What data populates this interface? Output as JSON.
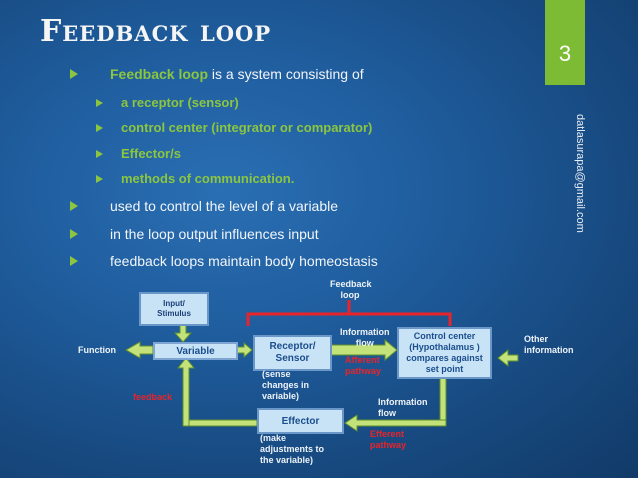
{
  "title": "Feedback loop",
  "slide_number": "3",
  "email": "datlasurapa@gmail.com",
  "bullets": {
    "b1_bold": "Feedback loop",
    "b1_rest": " is a system consisting of",
    "sub": [
      "a receptor (sensor)",
      "control center (integrator or comparator)",
      "Effector/s",
      "methods of communication."
    ],
    "b2": "used to control the level of a variable",
    "b3": " in the loop output influences input",
    "b4": "feedback loops maintain body homeostasis"
  },
  "diagram": {
    "feedback_loop": "Feedback\nloop",
    "input_stimulus": "Input/\nStimulus",
    "function": "Function",
    "variable": "Variable",
    "receptor": "Receptor/\nSensor",
    "sense": "(sense\nchanges in\nvariable)",
    "info_flow_1": "Information\nflow",
    "afferent": "Afferent\npathway",
    "control_center": "Control center\n(Hypothalamus )\ncompares against\nset point",
    "other_info": "Other\ninformation",
    "feedback": "feedback",
    "info_flow_2": "Information\nflow",
    "efferent": "Efferent\npathway",
    "effector": "Effector",
    "make_adj": "(make\nadjustments to\nthe variable)"
  },
  "colors": {
    "accent_green": "#8cc63f",
    "box_fill": "#c9e3f6",
    "red": "#e8242a",
    "background": "#1f5d9e"
  }
}
